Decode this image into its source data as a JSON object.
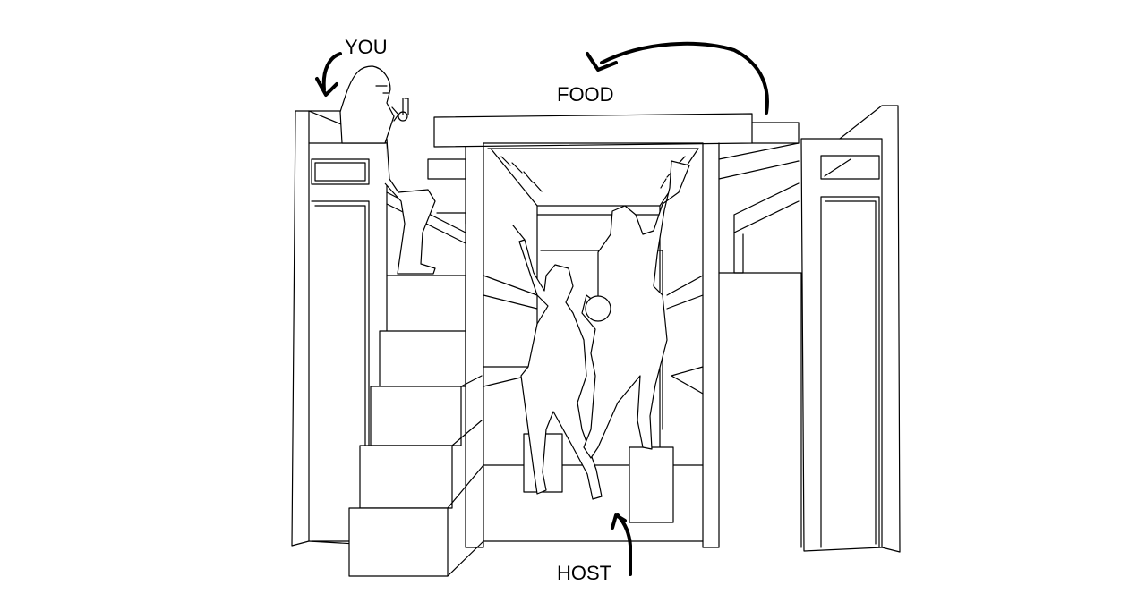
{
  "labels": {
    "you": "YOU",
    "food": "FOOD",
    "host": "HOST"
  },
  "colors": {
    "line": "#000000",
    "background": "#ffffff"
  }
}
